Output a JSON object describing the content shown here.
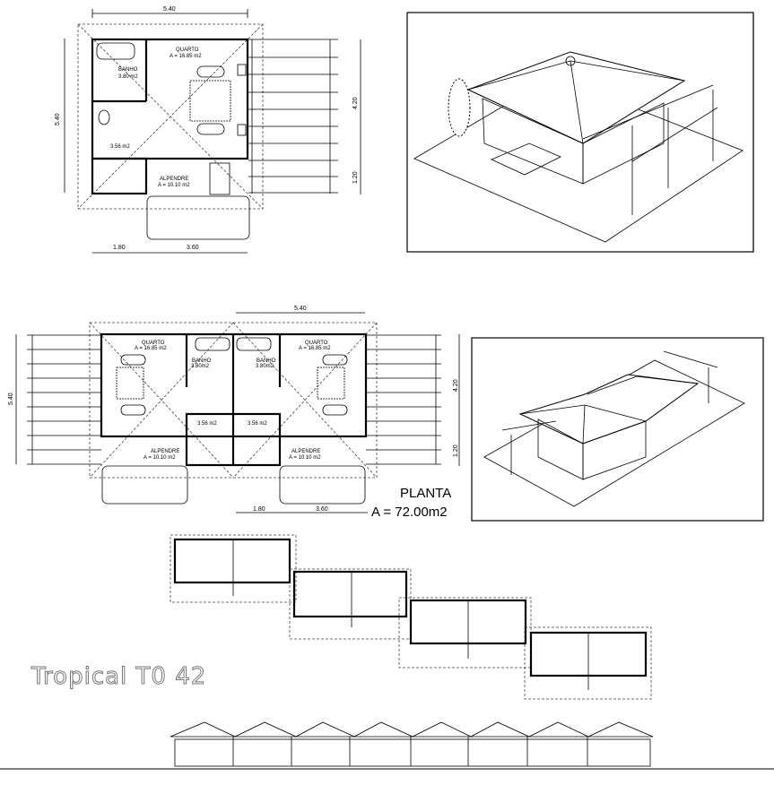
{
  "plan_single": {
    "dim_top": "5.40",
    "dim_left": "5.40",
    "dim_right_upper": "4.20",
    "dim_right_lower": "1.20",
    "dim_bottom_left": "1.80",
    "dim_bottom_right": "3.60",
    "quarto_label": "QUARTO",
    "quarto_area": "A = 16.85 m2",
    "banho_label": "BANHO",
    "banho_area": "3.80 m2",
    "hall_area": "3.56 m2",
    "alpendre_label": "ALPENDRE",
    "alpendre_area": "A = 10.10 m2"
  },
  "plan_double": {
    "dim_top": "5.40",
    "dim_left": "5.40",
    "dim_right_upper": "4.20",
    "dim_right_lower": "1.20",
    "dim_bottom_left": "1.80",
    "dim_bottom_right": "3.60",
    "quarto_label": "QUARTO",
    "quarto_area": "A = 16.85 m2",
    "banho_label": "BANHO",
    "banho_area_left": "3.80m2",
    "banho_area_right": "3.80m2",
    "hall_area": "3.56 m2",
    "alpendre_label": "ALPENDRE",
    "alpendre_area": "A = 10.10 m2",
    "planta_label": "PLANTA",
    "planta_area": "A = 72.00m2"
  },
  "title": "Tropical  T0 42"
}
